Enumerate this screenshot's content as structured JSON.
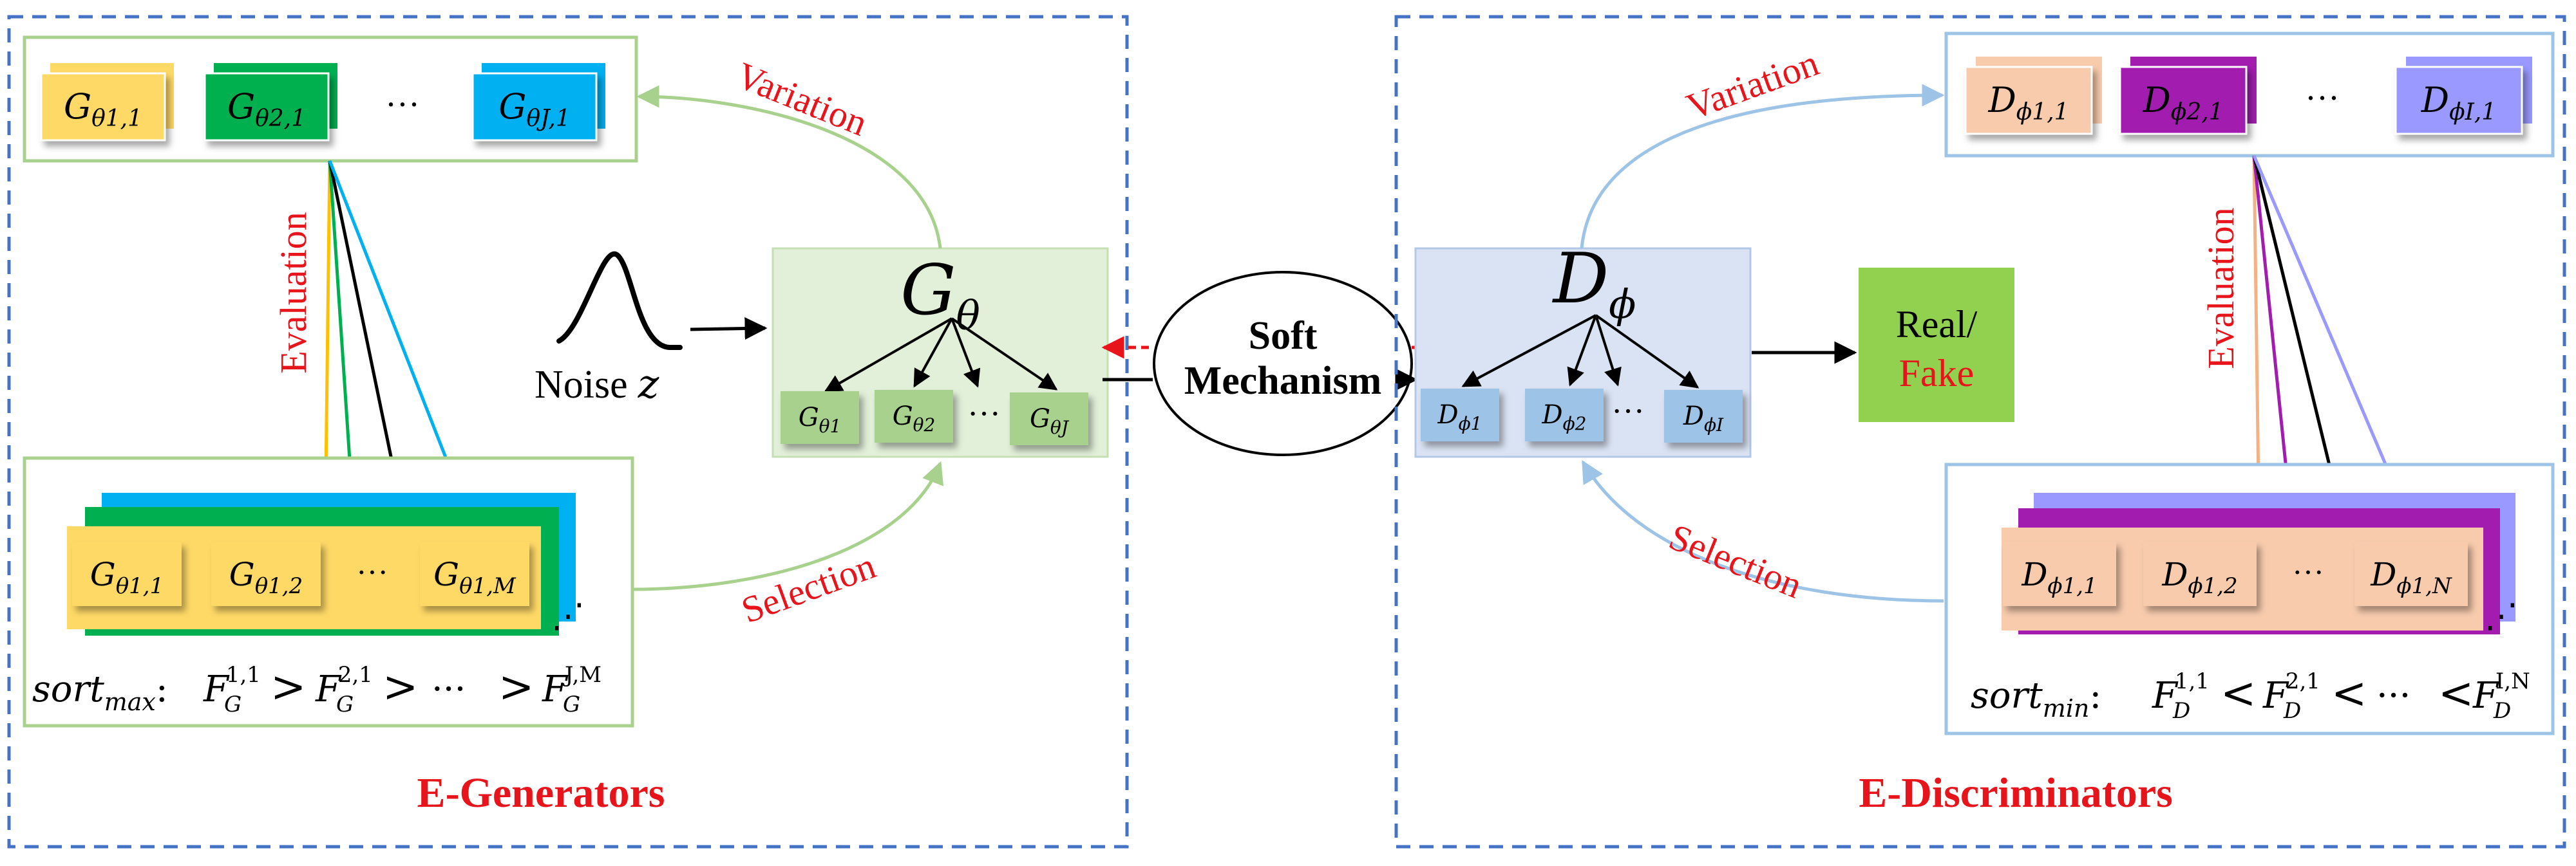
{
  "colors": {
    "red": "#e8141b",
    "dashed_border": "#4472c4",
    "green_frame": "#a9d18e",
    "blue_frame": "#9dc3e6",
    "generator_fill": "#e2f0d9",
    "discriminator_fill": "#dae3f3",
    "yellow": "#ffd966",
    "green": "#00b050",
    "cyan": "#00b0f0",
    "peach": "#f8cbad",
    "purple": "#a21caf",
    "lavender": "#9999ff",
    "real_fake_green": "#92d050",
    "orange": "#ffc000"
  },
  "left_panel": {
    "title": "E-Generators",
    "variation_label": "Variation",
    "evaluation_label": "Evaluation",
    "selection_label": "Selection",
    "top_pool": {
      "cards": [
        "θ1,1",
        "θ2,1",
        "θJ,1"
      ],
      "ellipsis": "···"
    },
    "bottom_pool": {
      "cards": [
        "θ1,1",
        "θ1,2",
        "θ1,M"
      ],
      "ellipsis": "···",
      "stack_dots": "⋰"
    },
    "sort": {
      "name": "sort",
      "sub": "max",
      "colon": ":",
      "terms": [
        "1,1",
        "2,1",
        "J,M"
      ],
      "op": ">",
      "ellipsis": "···",
      "letter": "F",
      "letter_sub": "G"
    },
    "noise": {
      "label": "Noise",
      "var": "z"
    },
    "generator": {
      "symbol": "G",
      "sub": "θ",
      "children": [
        "θ1",
        "θ2",
        "θJ"
      ],
      "ellipsis": "···"
    }
  },
  "soft_mechanism": {
    "line1": "Soft",
    "line2": "Mechanism"
  },
  "right_panel": {
    "title": "E-Discriminators",
    "variation_label": "Variation",
    "evaluation_label": "Evaluation",
    "selection_label": "Selection",
    "top_pool": {
      "cards": [
        "ϕ1,1",
        "ϕ2,1",
        "ϕI,1"
      ],
      "ellipsis": "···"
    },
    "bottom_pool": {
      "cards": [
        "ϕ1,1",
        "ϕ1,2",
        "ϕ1,N"
      ],
      "ellipsis": "···",
      "stack_dots": "⋰"
    },
    "sort": {
      "name": "sort",
      "sub": "min",
      "colon": ":",
      "terms": [
        "1,1",
        "2,1",
        "I,N"
      ],
      "op": "<",
      "ellipsis": "···",
      "letter": "F",
      "letter_sub": "D"
    },
    "discriminator": {
      "symbol": "D",
      "sub": "ϕ",
      "children": [
        "ϕ1",
        "ϕ2",
        "ϕI"
      ],
      "ellipsis": "···"
    },
    "output": {
      "line1": "Real/",
      "line2": "Fake"
    }
  }
}
